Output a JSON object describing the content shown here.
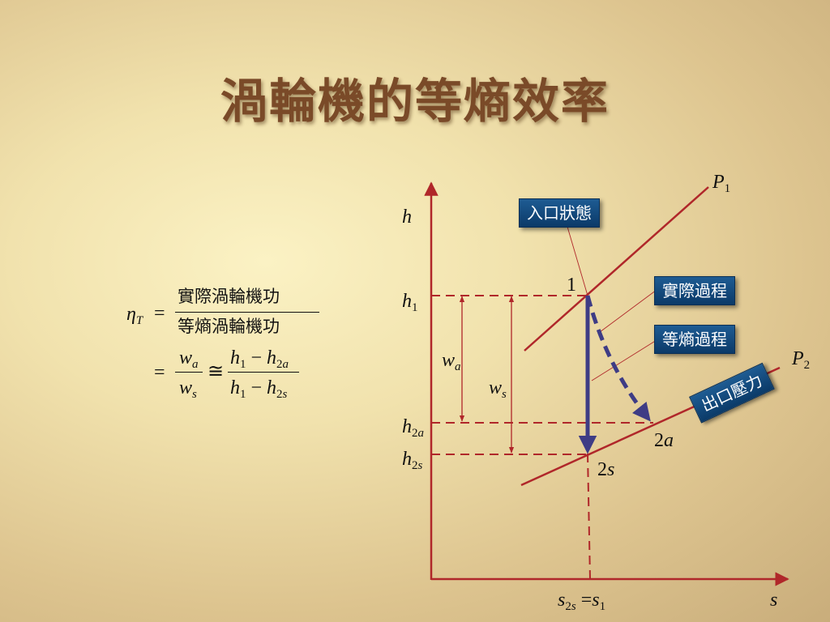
{
  "slide": {
    "title": "渦輪機的等熵效率"
  },
  "formula": {
    "lhs": "η",
    "lhs_sub": "T",
    "equals": "=",
    "numerator": "實際渦輪機功",
    "denominator": "等熵渦輪機功",
    "approx": "≅",
    "wa": "w",
    "wa_sub": "a",
    "ws": "w",
    "ws_sub": "s",
    "num_h1": "h",
    "num_h1_sub": "1",
    "minus": "−",
    "num_h2": "h",
    "num_h2_sub": "2a",
    "den_h1": "h",
    "den_h1_sub": "1",
    "den_h2": "h",
    "den_h2_sub": "2s"
  },
  "diagram": {
    "y_axis_label": "h",
    "x_axis_label": "s",
    "h1": {
      "base": "h",
      "sub": "1"
    },
    "h2a": {
      "base": "h",
      "sub": "2a"
    },
    "h2s": {
      "base": "h",
      "sub": "2s"
    },
    "p1": {
      "base": "P",
      "sub": "1"
    },
    "p2": {
      "base": "P",
      "sub": "2"
    },
    "state1": "1",
    "state2a_num": "2",
    "state2a_var": "a",
    "state2s_num": "2",
    "state2s_var": "s",
    "wa": {
      "base": "w",
      "sub": "a"
    },
    "ws": {
      "base": "w",
      "sub": "s"
    },
    "s_axis_tick": {
      "a": "s",
      "a_sub": "2s",
      "eq": "=",
      "b": "s",
      "b_sub": "1"
    },
    "boxes": {
      "inlet_state": "入口狀態",
      "actual_process": "實際過程",
      "isentropic_process": "等熵過程",
      "outlet_pressure": "出口壓力"
    },
    "colors": {
      "lines": "#b0272a",
      "process_arrow": "#3e3c85",
      "box_fill": "#0f4a80"
    }
  }
}
